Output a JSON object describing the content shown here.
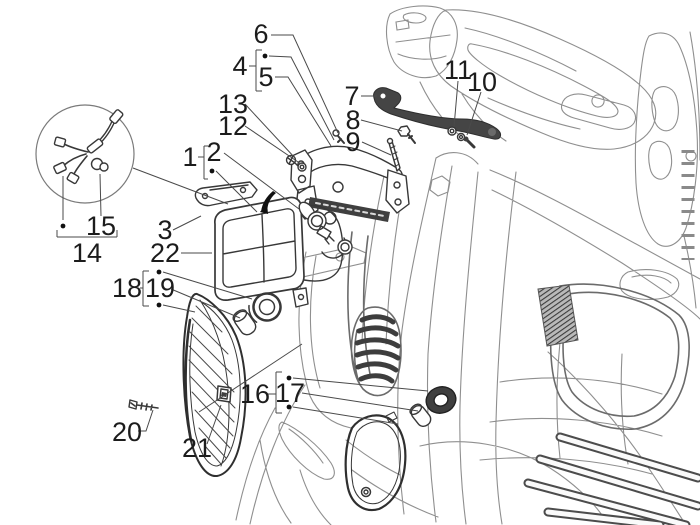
{
  "colors": {
    "background": "#ffffff",
    "body_line": "#8f8f8f",
    "secondary_line": "#6b6b6b",
    "part_line": "#383838",
    "dark_fill": "#3f3f3f",
    "leader_line": "#4a4a4a",
    "label_text": "#1c1c1c"
  },
  "callouts": [
    {
      "label": "1"
    },
    {
      "label": "2"
    },
    {
      "label": "3"
    },
    {
      "label": "4"
    },
    {
      "label": "5"
    },
    {
      "label": "6"
    },
    {
      "label": "7"
    },
    {
      "label": "8"
    },
    {
      "label": "9"
    },
    {
      "label": "10"
    },
    {
      "label": "11"
    },
    {
      "label": "12"
    },
    {
      "label": "13"
    },
    {
      "label": "14"
    },
    {
      "label": "15"
    },
    {
      "label": "16"
    },
    {
      "label": "17"
    },
    {
      "label": "18"
    },
    {
      "label": "19"
    },
    {
      "label": "20"
    },
    {
      "label": "21"
    },
    {
      "label": "22"
    }
  ]
}
